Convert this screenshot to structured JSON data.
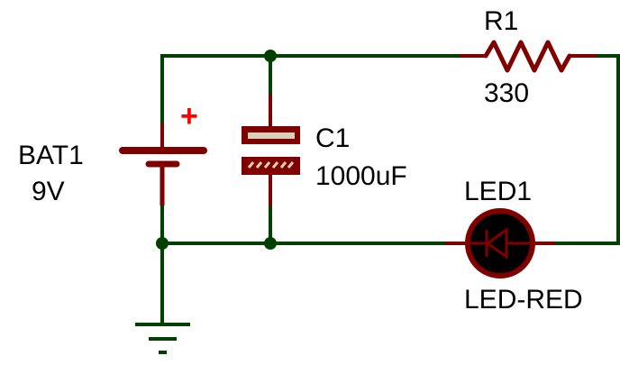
{
  "colors": {
    "wire": "#004000",
    "component": "#800000",
    "polarity": "#ff0000",
    "plate_fill": "#d8d0b8",
    "led_body": "#000000",
    "text": "#000000"
  },
  "components": {
    "battery": {
      "ref": "BAT1",
      "value": "9V",
      "polarity_mark": "+"
    },
    "capacitor": {
      "ref": "C1",
      "value": "1000uF"
    },
    "resistor": {
      "ref": "R1",
      "value": "330"
    },
    "led": {
      "ref": "LED1",
      "value": "LED-RED"
    },
    "ground": {
      "ref": "GND"
    }
  }
}
